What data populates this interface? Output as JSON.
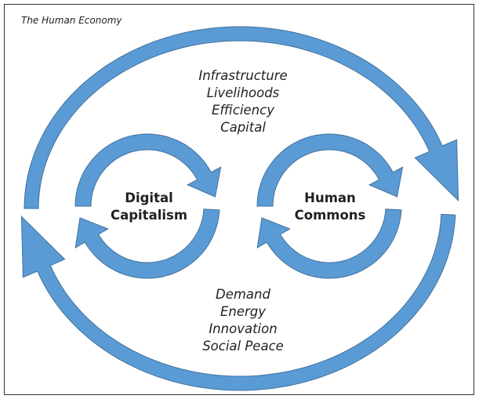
{
  "title": "The Human Economy",
  "top_labels": [
    "Infrastructure",
    "Livelihoods",
    "Efficiency",
    "Capital"
  ],
  "bottom_labels": [
    "Demand",
    "Energy",
    "Innovation",
    "Social Peace"
  ],
  "left_cycle": {
    "line1": "Digital",
    "line2": "Capitalism"
  },
  "right_cycle": {
    "line1": "Human",
    "line2": "Commons"
  },
  "colors": {
    "arrow_fill": "#5b9bd5",
    "arrow_outline": "#41719c"
  }
}
